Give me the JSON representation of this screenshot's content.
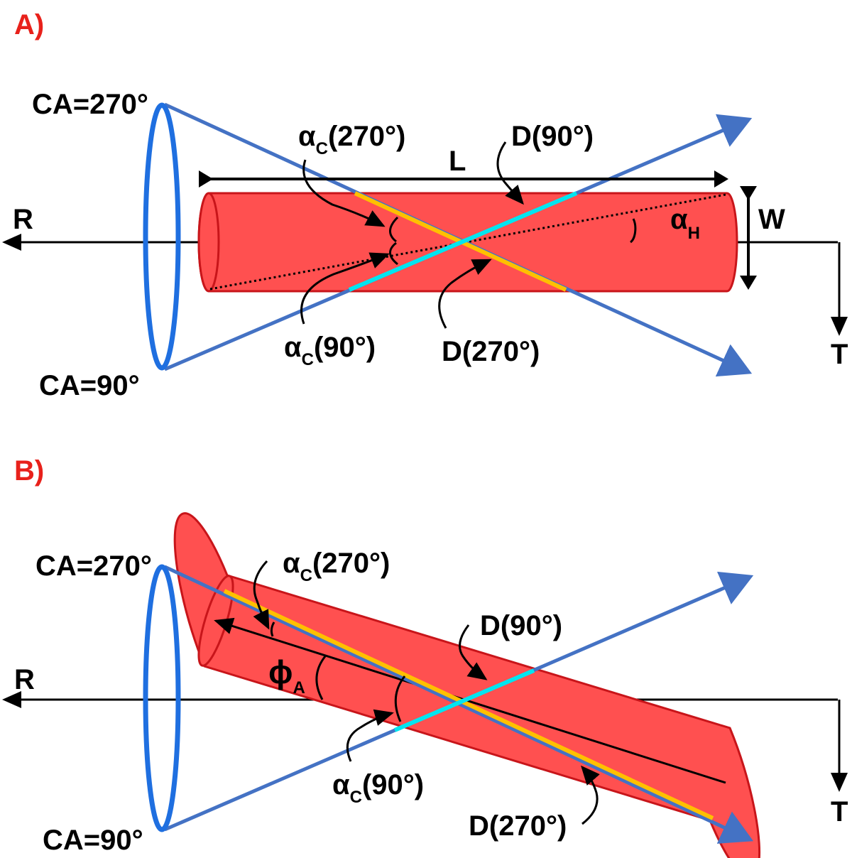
{
  "colors": {
    "cylinder_fill": "#ff5050",
    "cylinder_edge": "#c8151a",
    "cone_lines": "#4472c4",
    "ellipse": "#1f6fe0",
    "retreating_segment": "#ffc000",
    "approaching_segment": "#00e5f0",
    "panel_label": "#e8211b"
  },
  "panel_a": {
    "label": "A)",
    "ca_top": "CA=270°",
    "ca_bottom": "CA=90°",
    "axis_r": "R",
    "axis_t": "T",
    "length": "L",
    "width": "W",
    "alpha_c_270": {
      "symbol": "α",
      "sub": "C",
      "arg": "(270°)"
    },
    "alpha_c_90": {
      "symbol": "α",
      "sub": "C",
      "arg": "(90°)"
    },
    "d_90": "D(90°)",
    "d_270": "D(270°)",
    "alpha_h": {
      "symbol": "α",
      "sub": "H"
    }
  },
  "panel_b": {
    "label": "B)",
    "ca_top": "CA=270°",
    "ca_bottom": "CA=90°",
    "axis_r": "R",
    "axis_t": "T",
    "alpha_c_270": {
      "symbol": "α",
      "sub": "C",
      "arg": "(270°)"
    },
    "alpha_c_90": {
      "symbol": "α",
      "sub": "C",
      "arg": "(90°)"
    },
    "d_90": "D(90°)",
    "d_270": "D(270°)",
    "phi_a": {
      "symbol": "ϕ",
      "sub": "A"
    }
  }
}
